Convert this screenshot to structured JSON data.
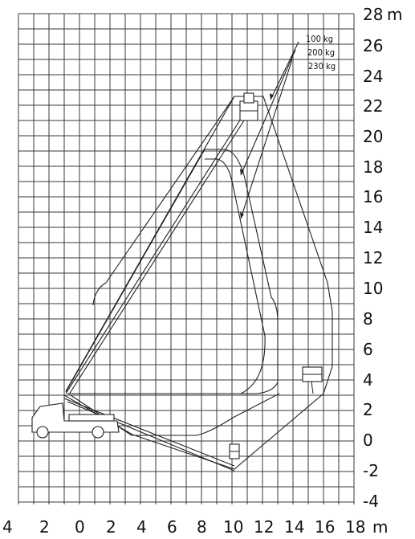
{
  "x_unit": "m",
  "y_unit": "m",
  "x_ticks": [
    "4",
    "2",
    "0",
    "2",
    "4",
    "6",
    "8",
    "10",
    "12",
    "14",
    "16",
    "18"
  ],
  "y_ticks": [
    "28",
    "26",
    "24",
    "22",
    "20",
    "18",
    "16",
    "14",
    "12",
    "10",
    "8",
    "6",
    "4",
    "2",
    "0",
    "-2",
    "-4"
  ],
  "legend": [
    "100 kg",
    "200 kg",
    "230 kg"
  ]
}
